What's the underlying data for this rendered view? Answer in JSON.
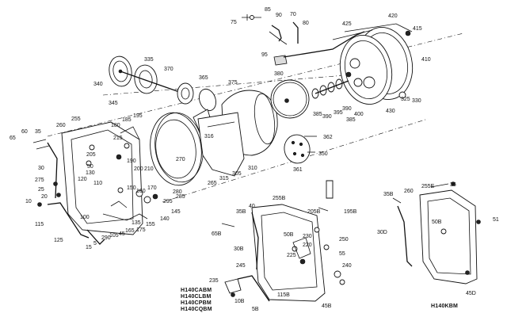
{
  "models_group": [
    "H140CABM",
    "H140CLBM",
    "H140CPBM",
    "H140CQBM"
  ],
  "model_single": "H140KBM",
  "callouts": [
    {
      "id": "c85",
      "t": "85"
    },
    {
      "id": "c90",
      "t": "90"
    },
    {
      "id": "c70",
      "t": "70"
    },
    {
      "id": "c75",
      "t": "75"
    },
    {
      "id": "c80",
      "t": "80"
    },
    {
      "id": "c95",
      "t": "95"
    },
    {
      "id": "c425",
      "t": "425"
    },
    {
      "id": "c420",
      "t": "420"
    },
    {
      "id": "c415",
      "t": "415"
    },
    {
      "id": "c410",
      "t": "410"
    },
    {
      "id": "c335",
      "t": "335"
    },
    {
      "id": "c370",
      "t": "370"
    },
    {
      "id": "c340",
      "t": "340"
    },
    {
      "id": "c345",
      "t": "345"
    },
    {
      "id": "c365",
      "t": "365"
    },
    {
      "id": "c375",
      "t": "375"
    },
    {
      "id": "c380",
      "t": "380"
    },
    {
      "id": "c325",
      "t": "325"
    },
    {
      "id": "c330",
      "t": "330"
    },
    {
      "id": "c385a",
      "t": "385"
    },
    {
      "id": "c390a",
      "t": "390"
    },
    {
      "id": "c395",
      "t": "395"
    },
    {
      "id": "c390b",
      "t": "390"
    },
    {
      "id": "c400",
      "t": "400"
    },
    {
      "id": "c430",
      "t": "430"
    },
    {
      "id": "c385b",
      "t": "385"
    },
    {
      "id": "c316",
      "t": "316"
    },
    {
      "id": "c362",
      "t": "362"
    },
    {
      "id": "c350",
      "t": "350"
    },
    {
      "id": "c361",
      "t": "361"
    },
    {
      "id": "c60",
      "t": "60"
    },
    {
      "id": "c35a",
      "t": "35"
    },
    {
      "id": "c260a",
      "t": "260"
    },
    {
      "id": "c255",
      "t": "255"
    },
    {
      "id": "c65",
      "t": "65"
    },
    {
      "id": "c180",
      "t": "180"
    },
    {
      "id": "c185",
      "t": "185"
    },
    {
      "id": "c195",
      "t": "195"
    },
    {
      "id": "c215",
      "t": "215"
    },
    {
      "id": "c205",
      "t": "205"
    },
    {
      "id": "c50a",
      "t": "50"
    },
    {
      "id": "c190",
      "t": "190"
    },
    {
      "id": "c200",
      "t": "200"
    },
    {
      "id": "c210",
      "t": "210"
    },
    {
      "id": "c270",
      "t": "270"
    },
    {
      "id": "c305",
      "t": "305"
    },
    {
      "id": "c310",
      "t": "310"
    },
    {
      "id": "c315",
      "t": "315"
    },
    {
      "id": "c265",
      "t": "265"
    },
    {
      "id": "c280",
      "t": "280"
    },
    {
      "id": "c285",
      "t": "285"
    },
    {
      "id": "c30",
      "t": "30"
    },
    {
      "id": "c275",
      "t": "275"
    },
    {
      "id": "c130",
      "t": "130"
    },
    {
      "id": "c120",
      "t": "120"
    },
    {
      "id": "c110",
      "t": "110"
    },
    {
      "id": "c25",
      "t": "25"
    },
    {
      "id": "c20",
      "t": "20"
    },
    {
      "id": "c10",
      "t": "10"
    },
    {
      "id": "c150",
      "t": "150"
    },
    {
      "id": "c160",
      "t": "160"
    },
    {
      "id": "c170",
      "t": "170"
    },
    {
      "id": "c295",
      "t": "295"
    },
    {
      "id": "c145",
      "t": "145"
    },
    {
      "id": "c140",
      "t": "140"
    },
    {
      "id": "c155",
      "t": "155"
    },
    {
      "id": "c115",
      "t": "115"
    },
    {
      "id": "c100",
      "t": "100"
    },
    {
      "id": "c125",
      "t": "125"
    },
    {
      "id": "c15",
      "t": "15"
    },
    {
      "id": "c5",
      "t": "5"
    },
    {
      "id": "c290",
      "t": "290"
    },
    {
      "id": "c105",
      "t": "105"
    },
    {
      "id": "c45a",
      "t": "45"
    },
    {
      "id": "c165",
      "t": "165"
    },
    {
      "id": "c175",
      "t": "175"
    },
    {
      "id": "c135",
      "t": "135"
    },
    {
      "id": "c255B",
      "t": "255B"
    },
    {
      "id": "c35B",
      "t": "35B"
    },
    {
      "id": "c40",
      "t": "40"
    },
    {
      "id": "c205B",
      "t": "205B"
    },
    {
      "id": "c195B",
      "t": "195B"
    },
    {
      "id": "c65B",
      "t": "65B"
    },
    {
      "id": "c50B",
      "t": "50B"
    },
    {
      "id": "c230",
      "t": "230"
    },
    {
      "id": "c250",
      "t": "250"
    },
    {
      "id": "c30B",
      "t": "30B"
    },
    {
      "id": "c220",
      "t": "220"
    },
    {
      "id": "c225",
      "t": "225"
    },
    {
      "id": "c55",
      "t": "55"
    },
    {
      "id": "c245",
      "t": "245"
    },
    {
      "id": "c240",
      "t": "240"
    },
    {
      "id": "c235",
      "t": "235"
    },
    {
      "id": "c10B",
      "t": "10B"
    },
    {
      "id": "c115B",
      "t": "115B"
    },
    {
      "id": "c5B",
      "t": "5B"
    },
    {
      "id": "c45B",
      "t": "45B"
    },
    {
      "id": "c35B2",
      "t": "35B"
    },
    {
      "id": "c260b",
      "t": "260"
    },
    {
      "id": "c255E",
      "t": "255E"
    },
    {
      "id": "c36",
      "t": "36"
    },
    {
      "id": "c51",
      "t": "51"
    },
    {
      "id": "c30D",
      "t": "30D"
    },
    {
      "id": "c50B2",
      "t": "50B"
    },
    {
      "id": "c45D",
      "t": "45D"
    }
  ]
}
